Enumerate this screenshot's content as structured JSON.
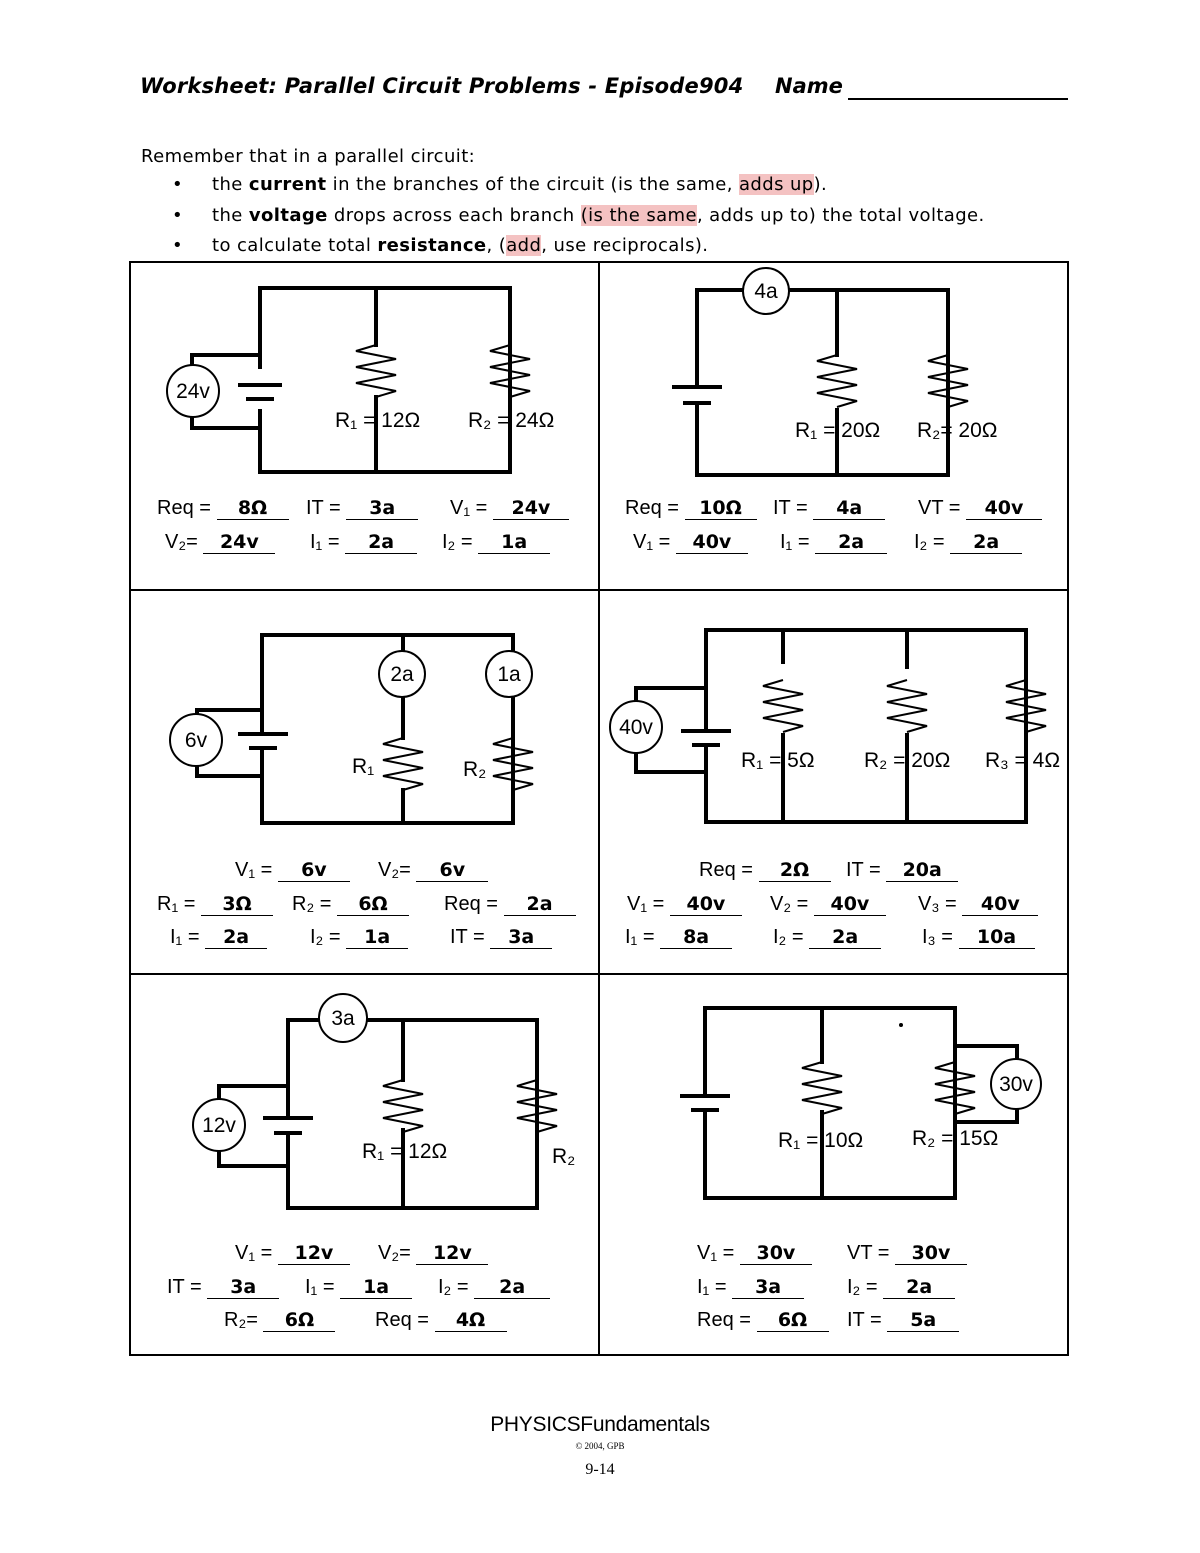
{
  "header": {
    "title": "Worksheet:  Parallel Circuit Problems - Episode904",
    "name_label": "Name"
  },
  "intro": "Remember that in a parallel circuit:",
  "rules": [
    {
      "pre": "the ",
      "bold": "current",
      "mid": " in the branches of the circuit (is the same, ",
      "hl": "adds up",
      "post": ")."
    },
    {
      "pre": "the ",
      "bold": "voltage",
      "mid": " drops across each branch ",
      "hl": "(is the same",
      "post": ", adds up to) the total voltage."
    },
    {
      "pre": "to calculate total ",
      "bold": "resistance",
      "mid": ", (",
      "hl": "add",
      "post": ", use reciprocals)."
    }
  ],
  "problems": {
    "p1": {
      "voltmeter": "24v",
      "r1": "R₁ = 12Ω",
      "r2": "R₂ = 24Ω",
      "answers": [
        {
          "k": "Req =",
          "v": "8Ω"
        },
        {
          "k": "IT =",
          "v": "3a"
        },
        {
          "k": "V₁ =",
          "v": "24v"
        },
        {
          "k": "V₂=",
          "v": "24v"
        },
        {
          "k": "I₁ =",
          "v": "2a"
        },
        {
          "k": "I₂ =",
          "v": "1a"
        }
      ]
    },
    "p2": {
      "ammeter": "4a",
      "r1": "R₁ = 20Ω",
      "r2": "R₂= 20Ω",
      "answers": [
        {
          "k": "Req =",
          "v": "10Ω"
        },
        {
          "k": "IT =",
          "v": "4a"
        },
        {
          "k": "VT =",
          "v": "40v"
        },
        {
          "k": "V₁ =",
          "v": "40v"
        },
        {
          "k": "I₁ =",
          "v": "2a"
        },
        {
          "k": "I₂ =",
          "v": "2a"
        }
      ]
    },
    "p3": {
      "voltmeter": "6v",
      "ammeter1": "2a",
      "ammeter2": "1a",
      "r1": "R₁",
      "r2": "R₂",
      "answers": [
        {
          "k": "V₁ =",
          "v": "6v"
        },
        {
          "k": "V₂=",
          "v": "6v"
        },
        {
          "k": "R₁ =",
          "v": "3Ω"
        },
        {
          "k": "R₂ =",
          "v": "6Ω"
        },
        {
          "k": "Req =",
          "v": "2a"
        },
        {
          "k": "I₁ =",
          "v": "2a"
        },
        {
          "k": "I₂ =",
          "v": "1a"
        },
        {
          "k": "IT =",
          "v": "3a"
        }
      ]
    },
    "p4": {
      "voltmeter": "40v",
      "r1": "R₁ = 5Ω",
      "r2": "R₂ = 20Ω",
      "r3": "R₃ = 4Ω",
      "answers": [
        {
          "k": "Req =",
          "v": "2Ω"
        },
        {
          "k": "IT =",
          "v": "20a"
        },
        {
          "k": "V₁ =",
          "v": "40v"
        },
        {
          "k": "V₂ =",
          "v": "40v"
        },
        {
          "k": "V₃ =",
          "v": "40v"
        },
        {
          "k": "I₁ =",
          "v": "8a"
        },
        {
          "k": "I₂ =",
          "v": "2a"
        },
        {
          "k": "I₃ =",
          "v": "10a"
        }
      ]
    },
    "p5": {
      "voltmeter": "12v",
      "ammeter": "3a",
      "r1": "R₁ = 12Ω",
      "r2": "R₂",
      "answers": [
        {
          "k": "V₁ =",
          "v": "12v"
        },
        {
          "k": "V₂=",
          "v": "12v"
        },
        {
          "k": "IT =",
          "v": "3a"
        },
        {
          "k": "I₁ =",
          "v": "1a"
        },
        {
          "k": "I₂ =",
          "v": "2a"
        },
        {
          "k": "R₂=",
          "v": "6Ω"
        },
        {
          "k": "Req =",
          "v": "4Ω"
        }
      ]
    },
    "p6": {
      "voltmeter": "30v",
      "r1": "R₁ = 10Ω",
      "r2": "R₂ = 15Ω",
      "answers": [
        {
          "k": "V₁ =",
          "v": "30v"
        },
        {
          "k": "VT =",
          "v": "30v"
        },
        {
          "k": "I₁ =",
          "v": "3a"
        },
        {
          "k": "I₂ =",
          "v": "2a"
        },
        {
          "k": "Req =",
          "v": "6Ω"
        },
        {
          "k": "IT =",
          "v": "5a"
        }
      ]
    }
  },
  "footer": {
    "brand": "PHYSICSFundamentals",
    "copyright": "© 2004, GPB",
    "page": "9-14"
  }
}
